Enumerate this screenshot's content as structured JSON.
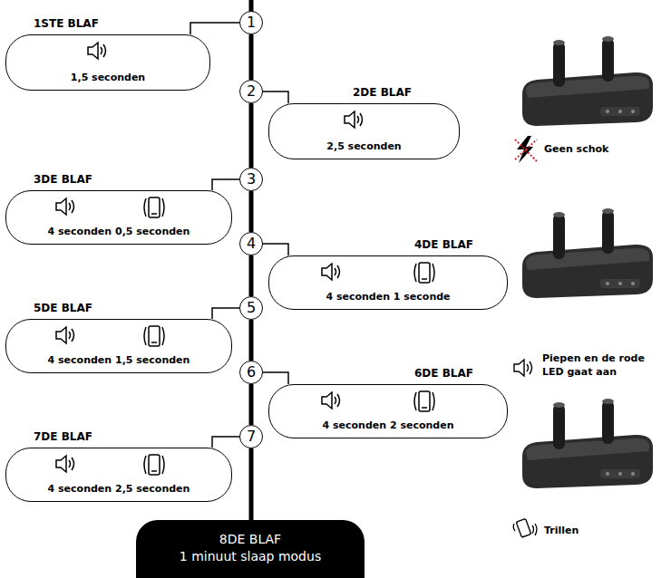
{
  "diagram": {
    "nodes": [
      {
        "text": [
          "1STE BLAF",
          "1,5 seconden"
        ]
      },
      {
        "text": [
          "1"
        ]
      },
      {
        "text": [
          "2"
        ]
      },
      {
        "text": [
          "2DE BLAF",
          "2,5 seconden"
        ]
      },
      {
        "text": [
          "3DE BLAF",
          "4 seconden 0,5 seconden"
        ]
      },
      {
        "text": [
          "3"
        ]
      },
      {
        "text": [
          "4"
        ]
      },
      {
        "text": [
          "4DE BLAF",
          "4 seconden 1 seconde"
        ]
      },
      {
        "text": [
          "5DE BLAF",
          "4 seconden 1,5 seconden"
        ]
      },
      {
        "text": [
          "5"
        ]
      },
      {
        "text": [
          "6"
        ]
      },
      {
        "text": [
          "6DE BLAF",
          "4 seconden 2 seconden"
        ]
      },
      {
        "text": [
          "7DE BLAF",
          "4 seconden 2,5 seconden"
        ]
      },
      {
        "text": [
          "7"
        ]
      },
      {
        "text": [
          "8DE BLAF",
          "1 minuut slaap modus"
        ]
      }
    ],
    "edges": [
      {
        "from": 1,
        "to": 0,
        "arrow": "none"
      },
      {
        "from": 2,
        "to": 3,
        "arrow": "none"
      },
      {
        "from": 5,
        "to": 4,
        "arrow": "none"
      },
      {
        "from": 6,
        "to": 7,
        "arrow": "none"
      },
      {
        "from": 9,
        "to": 8,
        "arrow": "none"
      },
      {
        "from": 10,
        "to": 11,
        "arrow": "none"
      },
      {
        "from": 13,
        "to": 12,
        "arrow": "none"
      },
      {
        "from": 1,
        "to": 2,
        "arrow": "none"
      },
      {
        "from": 2,
        "to": 5,
        "arrow": "none"
      },
      {
        "from": 5,
        "to": 6,
        "arrow": "none"
      },
      {
        "from": 6,
        "to": 9,
        "arrow": "none"
      },
      {
        "from": 9,
        "to": 10,
        "arrow": "none"
      },
      {
        "from": 10,
        "to": 13,
        "arrow": "none"
      },
      {
        "from": 13,
        "to": 14,
        "arrow": "none"
      }
    ],
    "labels": [
      "Geen schok",
      "Piepen en de rode LED gaat aan",
      "Trillen"
    ]
  }
}
